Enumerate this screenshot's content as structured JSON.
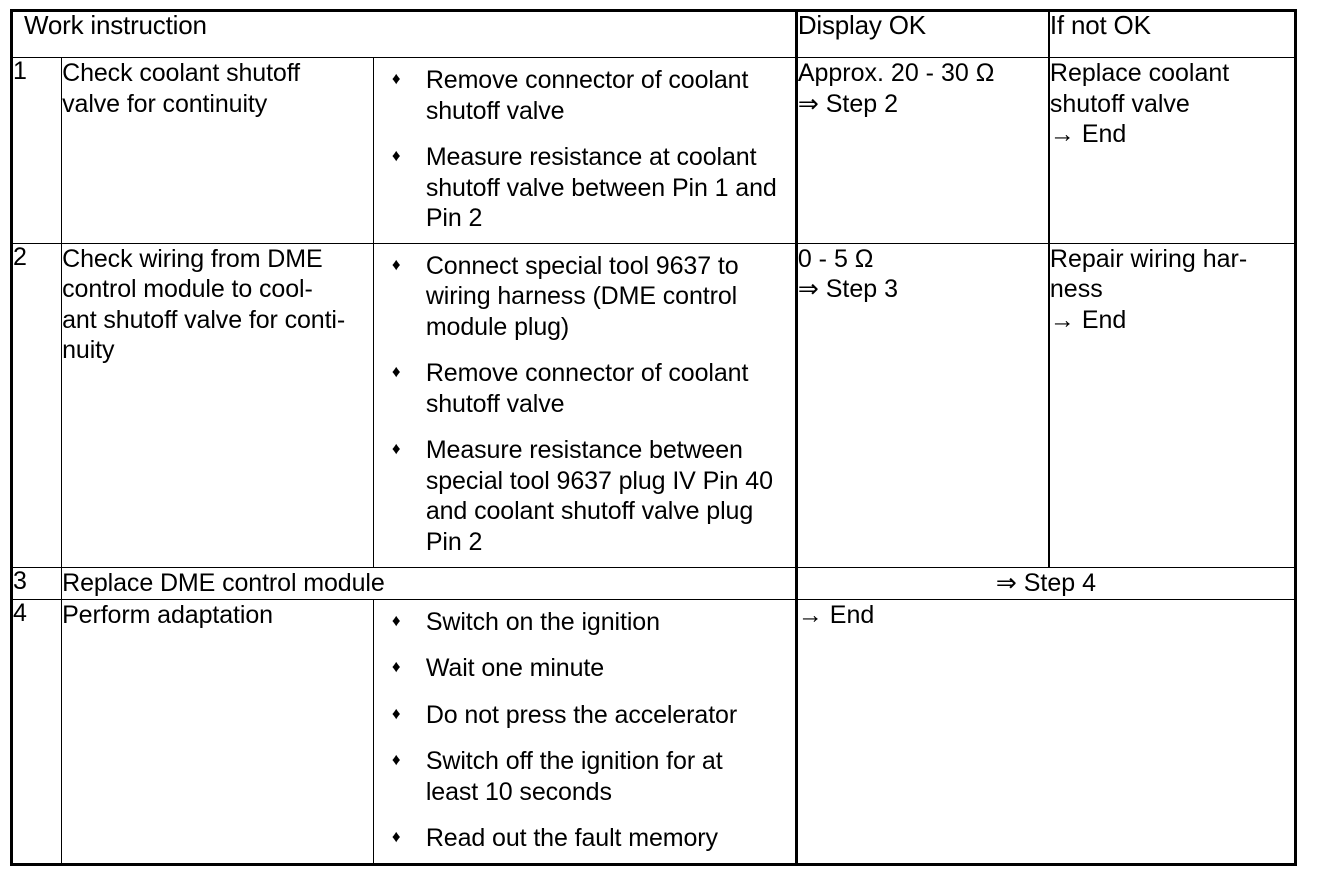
{
  "document": {
    "type": "diagnostic-work-instruction-table",
    "colors": {
      "ink": "#000000",
      "paper": "#ffffff"
    }
  },
  "table": {
    "headers": {
      "work_instruction": "Work instruction",
      "display_ok": "Display OK",
      "if_not_ok": "If not OK"
    },
    "rows": [
      {
        "number": "1",
        "task": "Check coolant shutoff valve for continuity",
        "actions": [
          "Remove connector of coolant shutoff valve",
          "Measure resistance at coolant shutoff valve between Pin 1 and Pin 2"
        ],
        "display_ok": {
          "value": "Approx. 20 - 30 Ω",
          "next": "⇒ Step 2"
        },
        "if_not_ok": {
          "action": "Replace coolant shutoff valve",
          "next": "→ End"
        }
      },
      {
        "number": "2",
        "task": "Check wiring from DME control module to cool-ant shutoff valve for conti-nuity",
        "actions": [
          "Connect special tool 9637 to wiring harness (DME control module plug)",
          "Remove connector of coolant shutoff valve",
          "Measure resistance between special tool 9637 plug IV Pin 40 and coolant shutoff valve plug Pin 2"
        ],
        "display_ok": {
          "value": "0 - 5 Ω",
          "next": "⇒ Step 3"
        },
        "if_not_ok": {
          "action": "Repair wiring har-ness",
          "next": "→ End"
        }
      },
      {
        "number": "3",
        "task": "Replace DME control module",
        "actions": [],
        "result_spanning": "⇒ Step 4"
      },
      {
        "number": "4",
        "task": "Perform adaptation",
        "actions": [
          "Switch on the ignition",
          "Wait one minute",
          "Do not press the accelerator",
          "Switch off the ignition for at least 10 seconds",
          "Read out the fault memory"
        ],
        "result_spanning": "→ End"
      }
    ],
    "bullet_glyph": "♦",
    "task_line_breaks": {
      "r1": [
        "Check coolant shutoff",
        "valve for continuity"
      ],
      "r2": [
        "Check wiring from DME",
        "control module to cool-",
        "ant shutoff valve for conti-",
        "nuity"
      ],
      "r3": [
        "Replace DME control module"
      ],
      "r4": [
        "Perform adaptation"
      ]
    },
    "action_line_breaks": {
      "r1": [
        [
          "Remove connector of coolant",
          "shutoff valve"
        ],
        [
          "Measure resistance at coolant",
          "shutoff valve between Pin 1 and",
          "Pin 2"
        ]
      ],
      "r2": [
        [
          "Connect special tool 9637 to",
          "wiring harness (DME control",
          "module plug)"
        ],
        [
          "Remove connector of coolant",
          "shutoff valve"
        ],
        [
          "Measure resistance between",
          "special tool 9637 plug IV Pin 40",
          "and coolant shutoff valve plug",
          "Pin 2"
        ]
      ],
      "r4": [
        [
          "Switch on the ignition"
        ],
        [
          "Wait one minute"
        ],
        [
          "Do not press the accelerator"
        ],
        [
          "Switch off the ignition for at",
          "least 10 seconds"
        ],
        [
          "Read out the fault memory"
        ]
      ]
    },
    "value_line_breaks": {
      "r1_ok": [
        "Approx. 20 - 30 Ω",
        "⇒ Step 2"
      ],
      "r1_nok": [
        "Replace coolant",
        "shutoff valve",
        "→ End"
      ],
      "r2_ok": [
        "0 - 5 Ω",
        "⇒ Step 3"
      ],
      "r2_nok": [
        "Repair wiring har-",
        "ness",
        "→ End"
      ]
    }
  }
}
